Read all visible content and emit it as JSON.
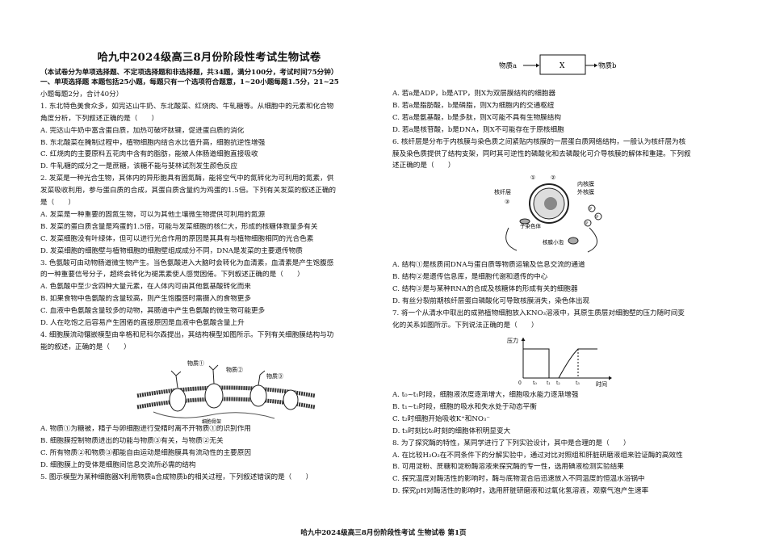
{
  "title": "哈九中2024级高三8月份阶段性考试生物试卷",
  "note": "（本试卷分为单项选择题、不定项选择题和非选择题，共34题，满分100分，考试时间75分钟）",
  "left": [
    "一、单项选择题 本题包括25小题，每题只有一个选项符合题意，1~20小题每题1.5分，21~25",
    "小题每题2分，合计40分）",
    "1. 东北特色美食众多，如完达山牛奶、东北酸菜、红烧肉、牛轧糖等。从细胞中的元素和化合物",
    "角度分析，下列叙述正确的是（　　）",
    "A. 完达山牛奶中富含蛋白质，加热可破坏肽键，促进蛋白质的消化",
    "B. 东北酸菜在腌制过程中，植物细胞内结合水比值升高，细胞抗逆性增强",
    "C. 红烧肉的主要原料五花肉中含有的脂肪，能被人体肠道细胞直接吸收",
    "D. 牛轧糖的成分之一是蔗糖，该糖不能与斐林试剂发生颜色反应",
    "2. 发菜是一种光合生物，其体内的异形胞具有固氮酶，能将空气中的氮转化为可利用的氮素，供",
    "发菜吸收利用，参与蛋白质的合成，其蛋白质含量约为鸡蛋的1.5倍。下列有关发菜的叙述正确的",
    "是（　　）",
    "A. 发菜是一种重要的固氮生物，可以为其他土壤微生物提供可利用的氮源",
    "B. 发菜的蛋白质含量是鸡蛋的1.5倍，可能与发菜细胞的核仁大，形成的核糖体数量多有关",
    "C. 发菜细胞没有叶绿体，但可以进行光合作用的原因是其具有与植物细胞相同的光合色素",
    "D. 发菜细胞的细胞壁与植物细胞的细胞壁组成成分不同，DNA是发菜的主要遗传物质",
    "3. 色氨酸可由动物肠道微生物产生。当色氨酸进入大脑时会转化为血清素，血清素是产生饱腹感",
    "的一种重要信号分子，超终会转化为褪黑素使人感觉困倦。下列叙述正确的是（　　）",
    "A. 色氨酸中至少含四种大量元素，在人体内可由其他氨基酸转化而来",
    "B. 如果食物中色氨酸的含量较高，则产生饱腹感时需摄入的食物更多",
    "C. 血液中色氨酸含量较多的动物，其肠道中产生色氨酸的微生物可能更多",
    "D. 人在吃饱之后容易产生困倦的直接原因是血液中色氨酸含量上升",
    "4. 细胞膜流动镶嵌模型由辛格和尼科尔森提出，其结构模型如图所示。下列有关细胞膜结构与功",
    "能的叙述，正确的是（　　）"
  ],
  "left2": [
    "A. 物质①为糖被，精子与卵细胞进行受精时离不开物质①的识别作用",
    "B. 细胞膜控制物质进出的功能与物质③有关，与物质②无关",
    "C. 所有物质②和物质③都能自由运动是细胞膜具有流动性的主要原因",
    "D. 细胞膜上的受体是细胞间信息交流所必需的结构",
    "5. 图示模型为某种细胞器X利用物质a合成物质b的相关过程，下列叙述错误的是（　　）"
  ],
  "right": [
    "A. 若a是ADP，b是ATP，则X为双层膜结构的细胞器",
    "B. 若a是脂肪酸，b是磷脂，则X为细胞内的交通枢纽",
    "C. 若a是氨基酸，b是多肽，则X可能不具有生物膜结构",
    "D. 若a是核苷酸，b是DNA，则X不可能存在于原核细胞",
    "6. 核纤层是分布于内核膜与染色质之间紧贴内核膜的一层蛋白质网络结构，一般认为核纤层为核",
    "膜及染色质提供了结构支架，同时其可逆性的磷酸化和去磷酸化可介导核膜的解体和重建。下列叙",
    "述正确的是（　　）"
  ],
  "right2": [
    "A. 结构①是核质间DNA与蛋白质等物质运输及信息交流的通道",
    "B. 结构②是遗传信息库，是细胞代谢和遗传的中心",
    "C. 结构③是与某种RNA的合成及核糖体的形成有关的细胞器",
    "D. 有丝分裂前期核纤层蛋白磷酸化可导致核膜消失，染色体出现",
    "7. 将一个从清水中取出的成熟植物细胞放入KNO₃溶液中，其原生质层对细胞壁的压力随时间变",
    "化的关系如图所示。下列说法正确的是（　　）"
  ],
  "right3": [
    "A. t₀~t₁时段，细胞液浓度逐渐增大，细胞吸水能力逐渐增强",
    "B. t₁~t₂时段，细胞的吸水和失水处于动态平衡",
    "C. t₂时细胞开始吸收K⁺和NO₃⁻",
    "D. t₃时刻比t₀时刻的细胞体积明显变大",
    "8. 为了探究酶的特性，某同学进行了下列实验设计，其中是合理的是（　　）",
    "A. 在比较H₂O₂在不同条件下的分解实验中，通过对比对照组和肝脏研磨液组来验证酶的高效性",
    "B. 可用淀粉、蔗糖和淀粉酶溶液来探究酶的专一性，选用碘液检测实验结果",
    "C. 探究温度对酶活性的影响时，酶与底物混合后迅速放入不同温度的恒温水浴锅中",
    "D. 探究pH对酶活性的影响时，选用肝脏研磨液和过氧化氢溶液，观察气泡产生速率"
  ],
  "fig4": {
    "labels": [
      "物质①",
      "物质②",
      "物质③"
    ],
    "caption": "细胞骨架"
  },
  "fig5": {
    "left": "物质a",
    "box": "X",
    "right": "物质b"
  },
  "fig6": {
    "labels": [
      "①",
      "②",
      "核纤层",
      "③",
      "内核膜",
      "外核膜",
      "子染色体",
      "核膜小泡"
    ],
    "p": "P"
  },
  "fig7": {
    "ylabel": "压力",
    "xlabel": "时间",
    "ticks": [
      "t₀",
      "t₁",
      "t₂",
      "t₃"
    ],
    "origin": "0"
  },
  "footer": "哈九中2024级高三8月份阶段性考试 生物试卷 第1页"
}
